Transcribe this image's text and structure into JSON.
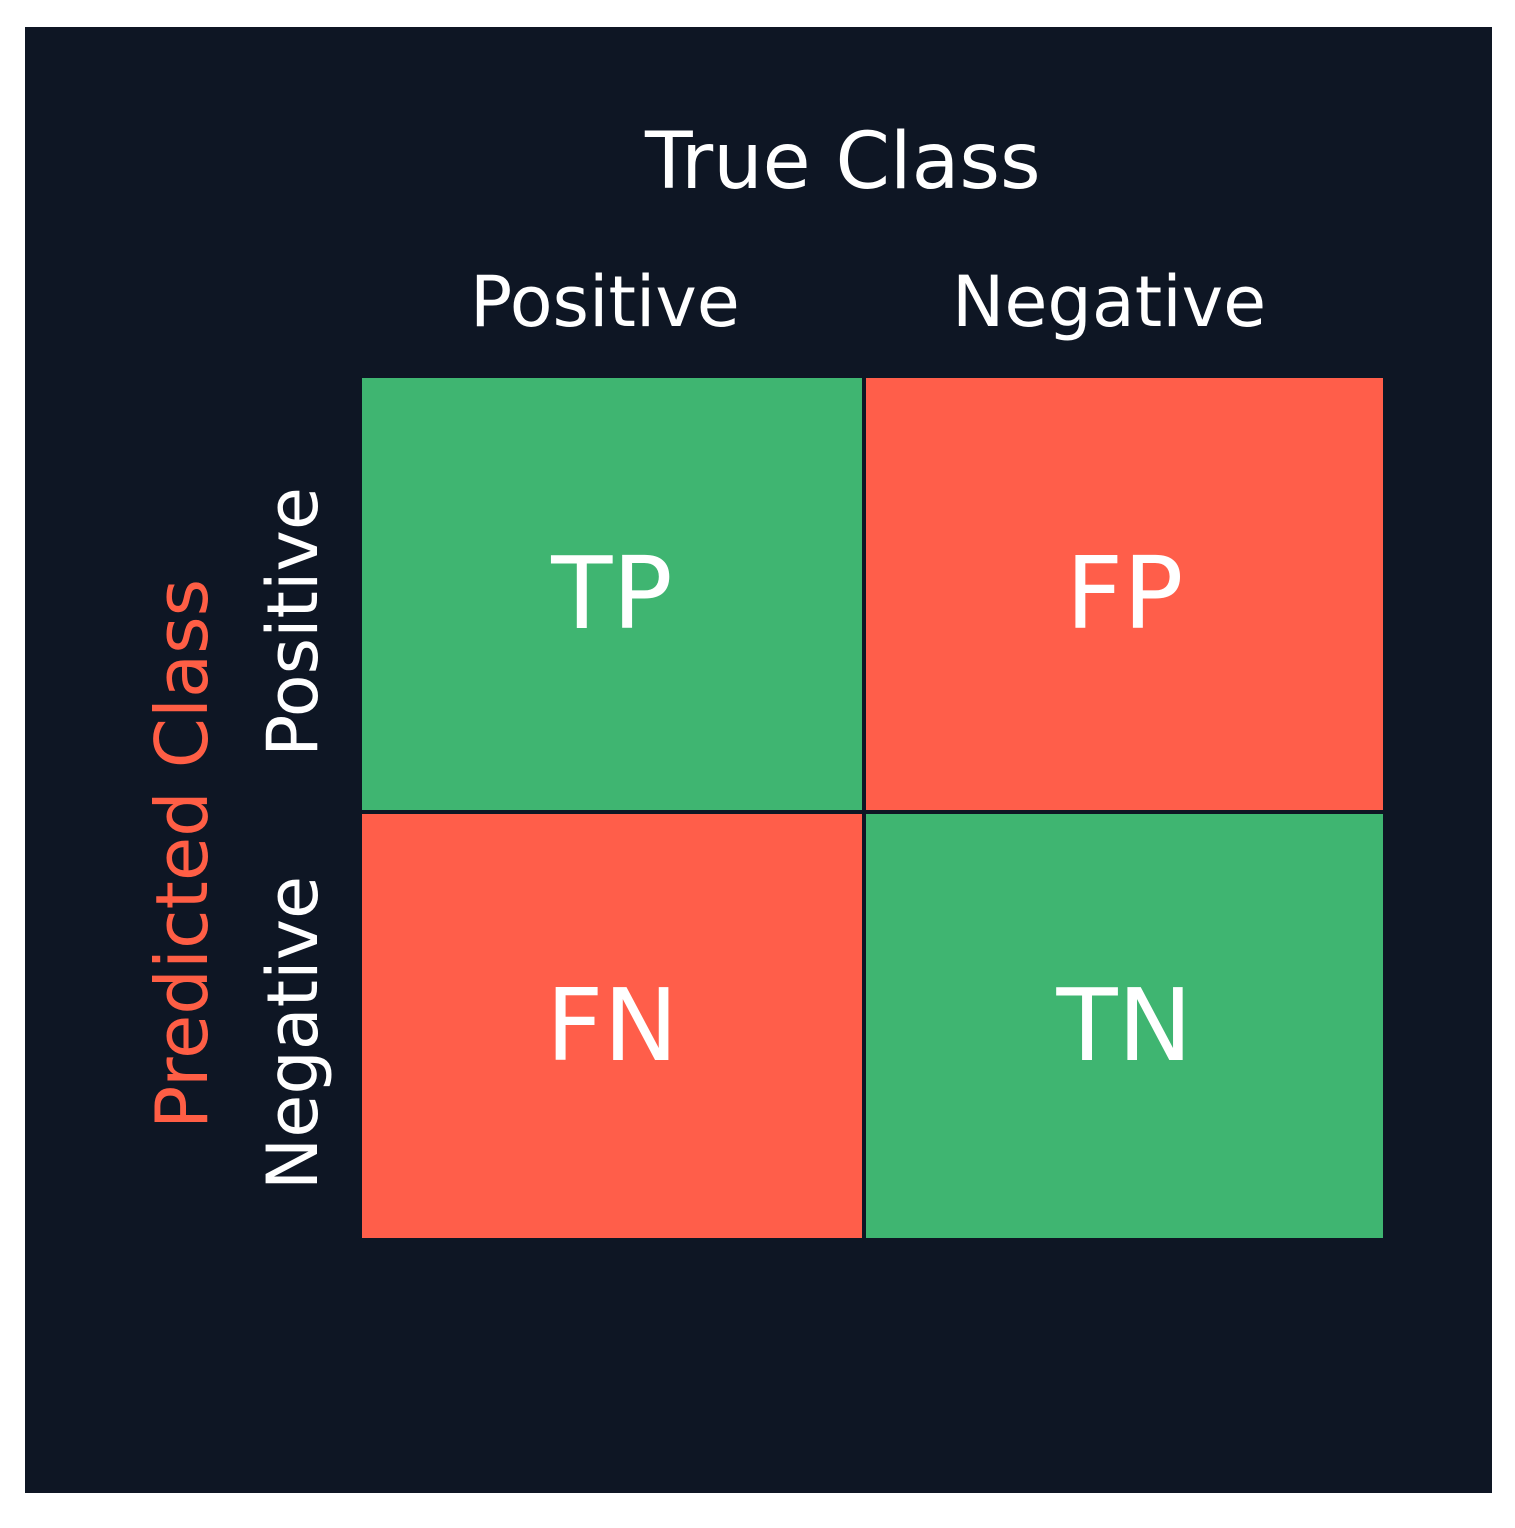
{
  "colors": {
    "background": "#0e1624",
    "text": "#ffffff",
    "accent_label": "#ff5e45",
    "correct_cell": "#3fb571",
    "error_cell": "#ff5e4a"
  },
  "true_axis": {
    "title": "True Class",
    "columns": [
      "Positive",
      "Negative"
    ]
  },
  "predicted_axis": {
    "title": "Predicted Class",
    "rows": [
      "Positive",
      "Negative"
    ]
  },
  "matrix": {
    "cells": [
      {
        "label": "TP",
        "kind": "correct"
      },
      {
        "label": "FP",
        "kind": "error"
      },
      {
        "label": "FN",
        "kind": "error"
      },
      {
        "label": "TN",
        "kind": "correct"
      }
    ]
  }
}
